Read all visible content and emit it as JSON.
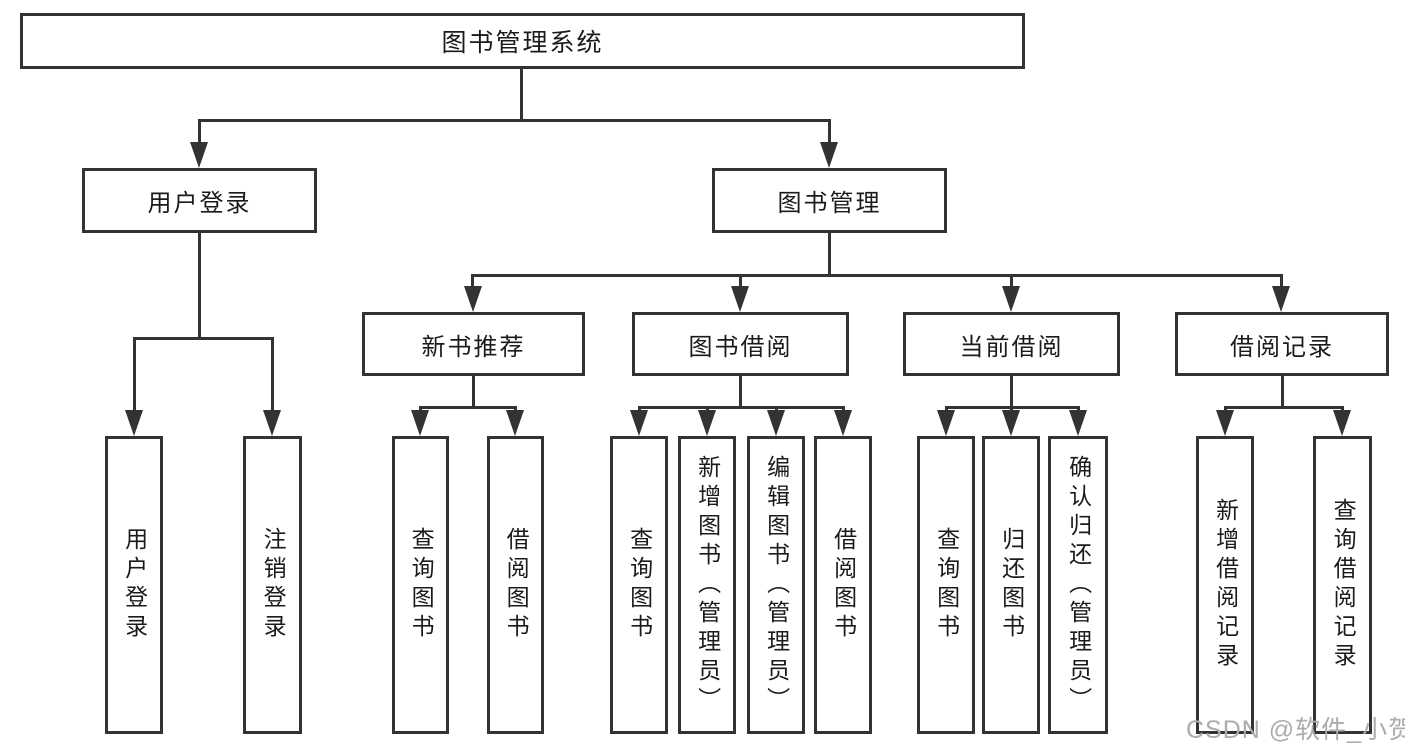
{
  "diagram_title": "图书管理系统",
  "nodes": {
    "root": "图书管理系统",
    "user_login": "用户登录",
    "book_mgmt": "图书管理",
    "new_book_rec": "新书推荐",
    "book_borrow": "图书借阅",
    "current_borrow": "当前借阅",
    "borrow_record": "借阅记录",
    "leaves": {
      "login": [
        "用户登录",
        "注销登录"
      ],
      "rec": [
        "查询图书",
        "借阅图书"
      ],
      "borrow": [
        "查询图书",
        "新增图书（管理员）",
        "编辑图书（管理员）",
        "借阅图书"
      ],
      "current": [
        "查询图书",
        "归还图书",
        "确认归还（管理员）"
      ],
      "record": [
        "新增借阅记录",
        "查询借阅记录"
      ]
    }
  },
  "watermark": "CSDN @软件_小贺同学",
  "colors": {
    "line": "#333333",
    "text": "#1b1b1b",
    "background": "#ffffff",
    "watermark": "#acacac"
  }
}
